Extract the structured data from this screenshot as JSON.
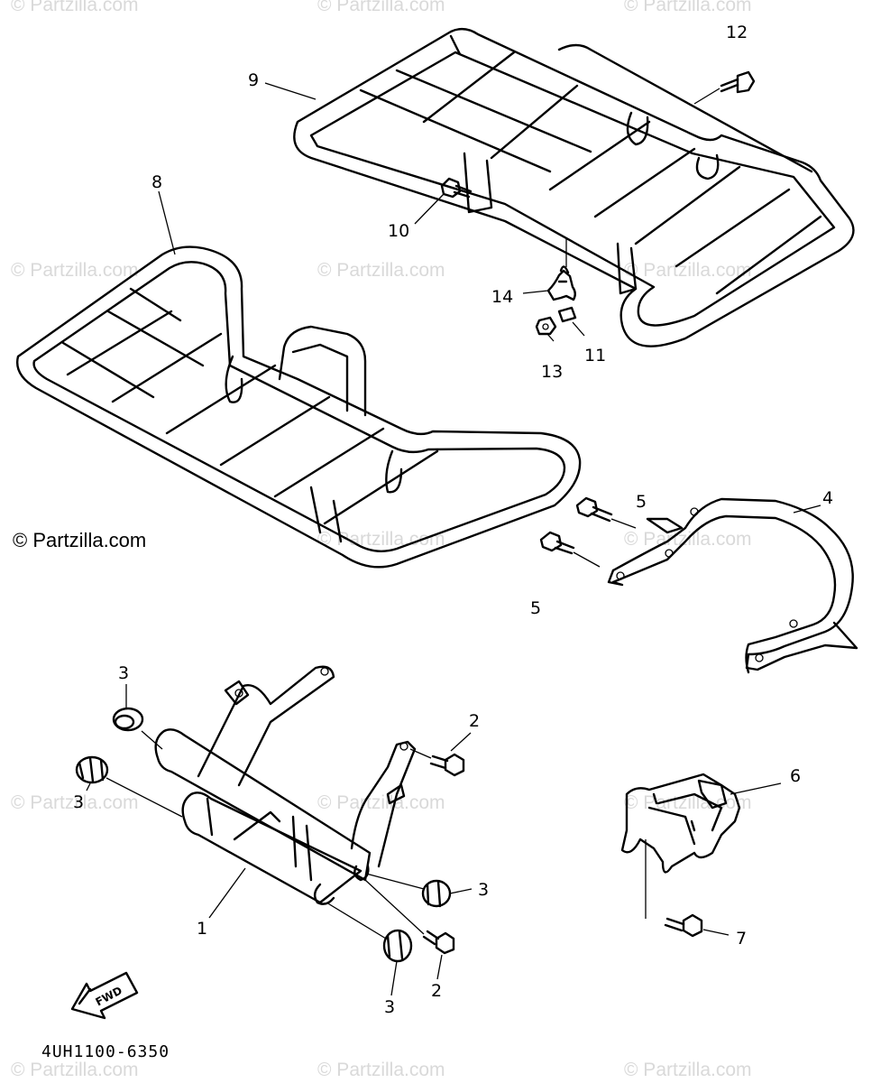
{
  "watermark": "© Partzilla.com",
  "copyright": "© Partzilla.com",
  "drawing_number": "4UH1100-6350",
  "fwd_label": "FWD",
  "callouts": {
    "c1": "1",
    "c2a": "2",
    "c2b": "2",
    "c3a": "3",
    "c3b": "3",
    "c3c": "3",
    "c3d": "3",
    "c4": "4",
    "c5a": "5",
    "c5b": "5",
    "c6": "6",
    "c7": "7",
    "c8": "8",
    "c9": "9",
    "c10": "10",
    "c11": "11",
    "c12": "12",
    "c13": "13",
    "c14": "14"
  }
}
